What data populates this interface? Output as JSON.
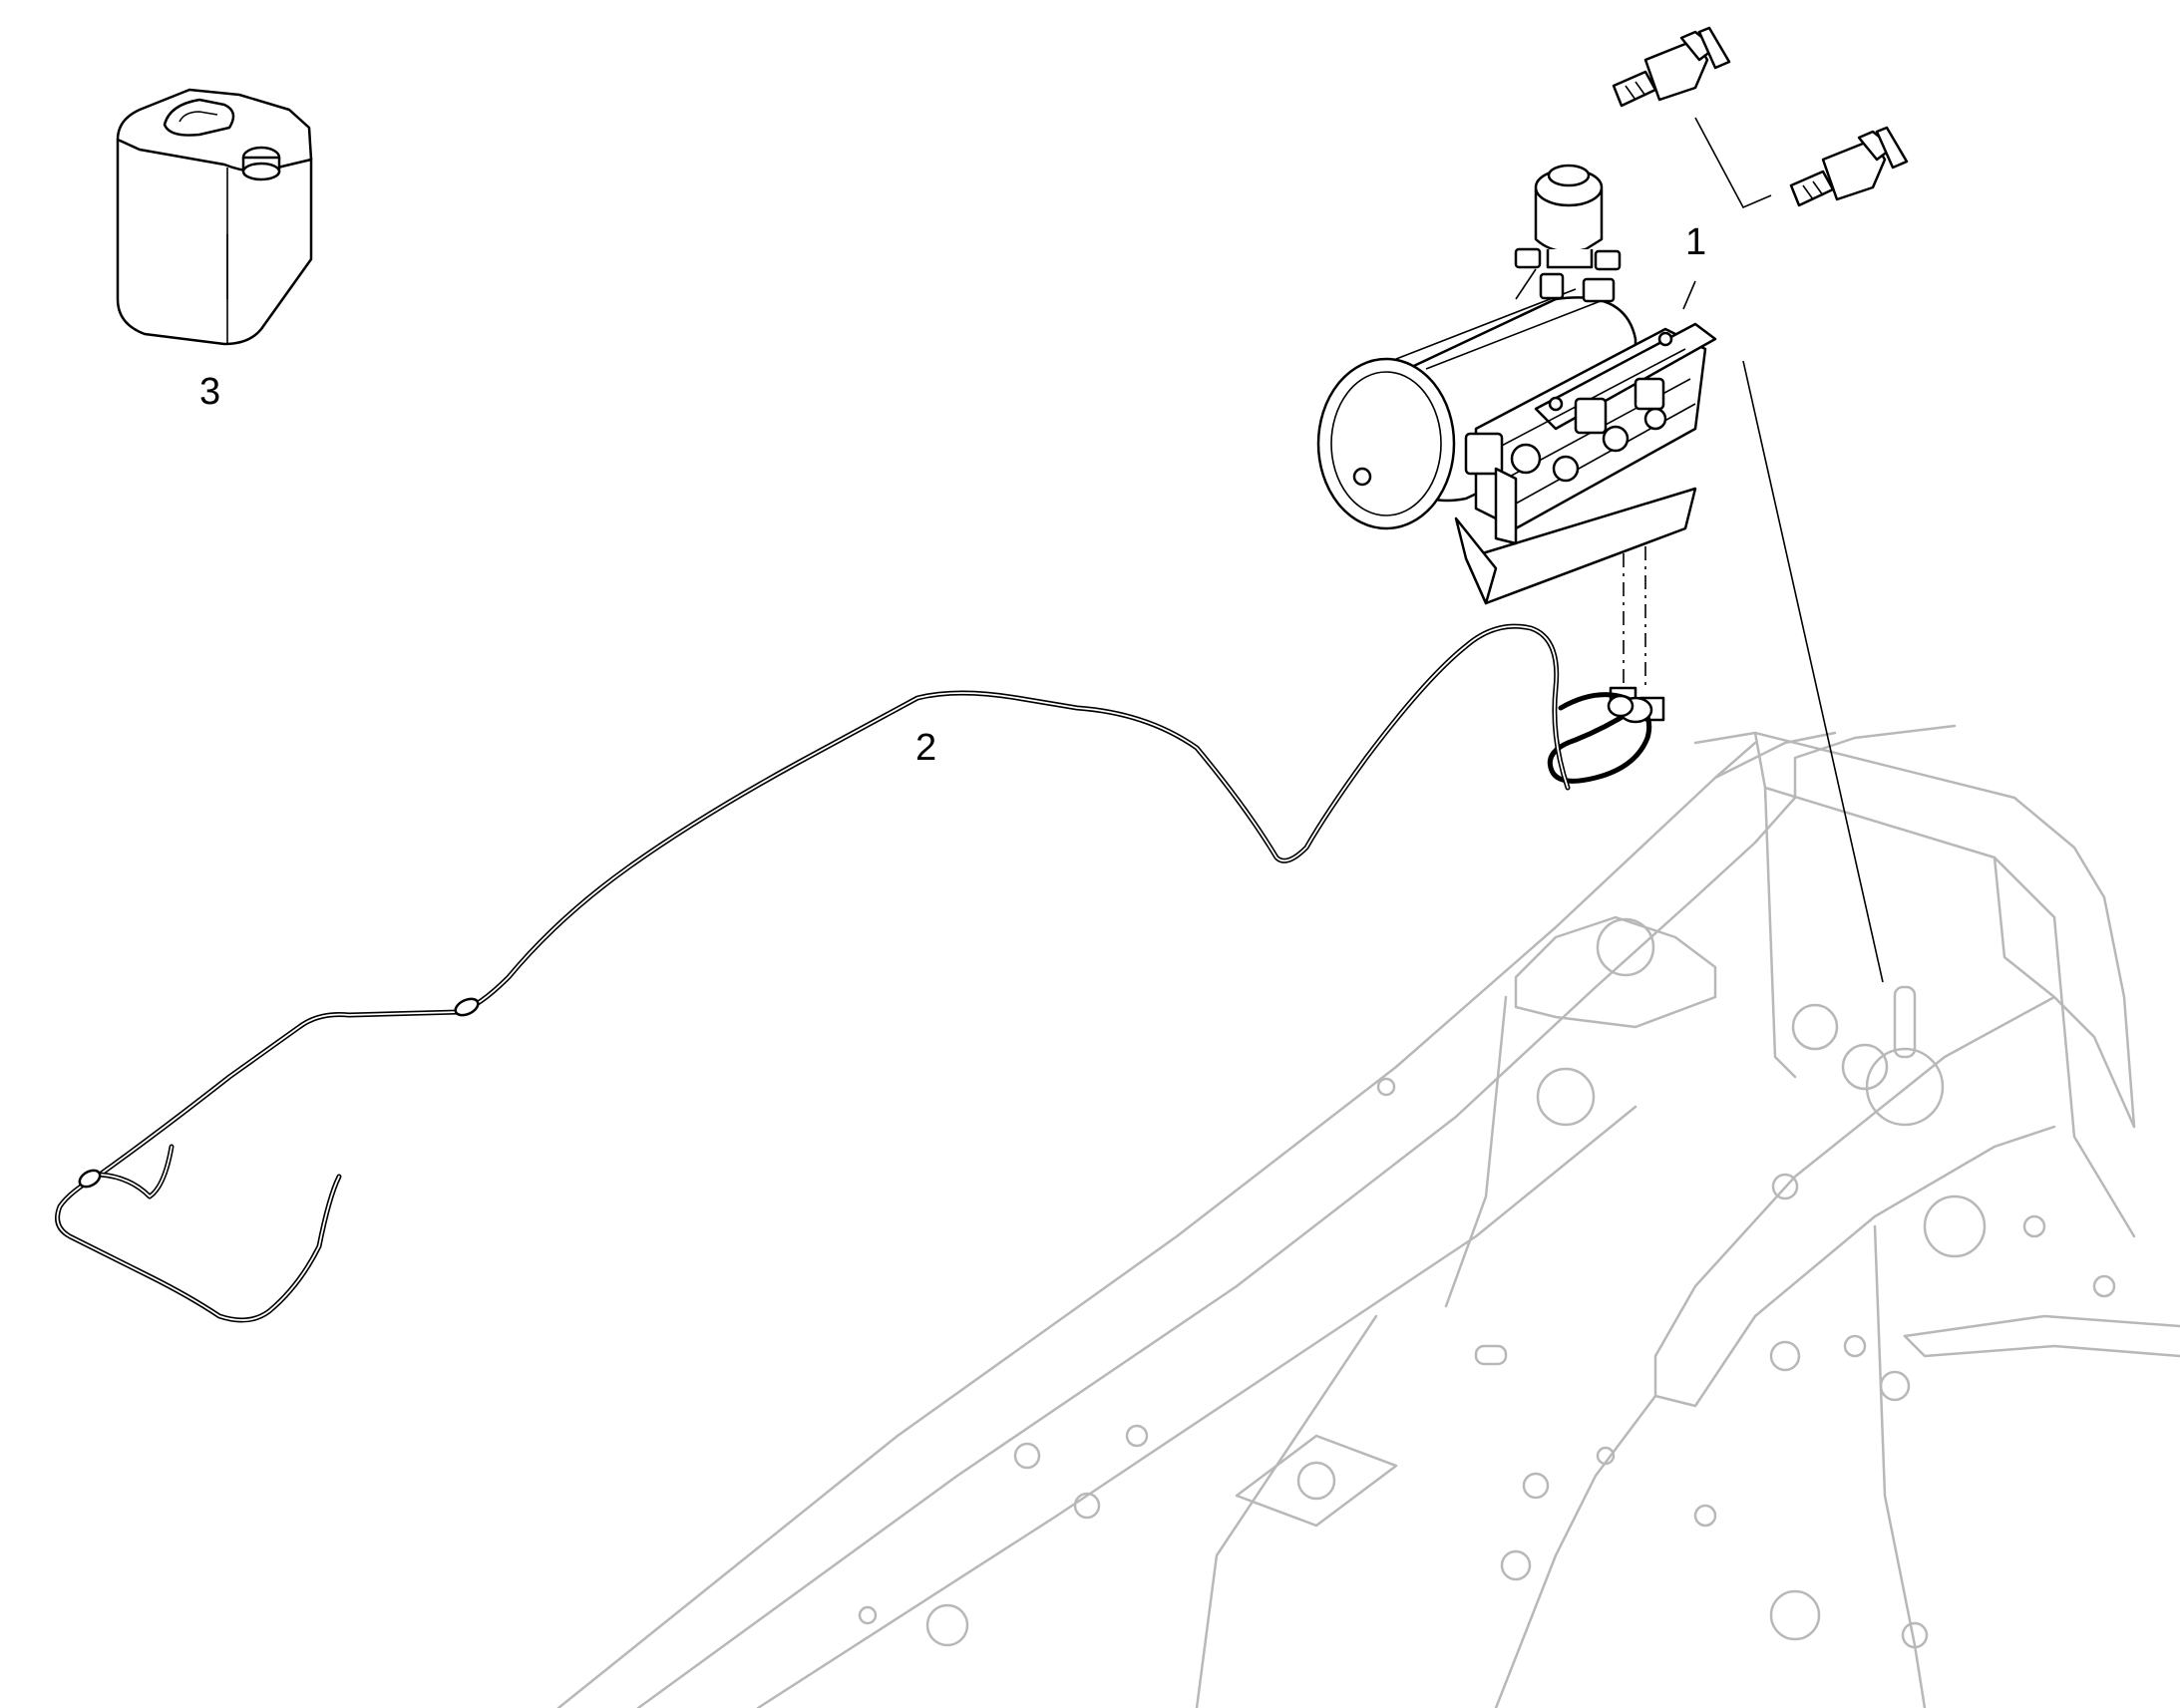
{
  "callouts": {
    "item_1": "1",
    "item_2": "2",
    "item_3": "3"
  },
  "colors": {
    "parts": "#000000",
    "frame": "#b8b8b8",
    "background": "#ffffff"
  },
  "icons": [
    "canister-icon",
    "air-tank-assembly-icon",
    "quick-coupling-icon",
    "hose-icon",
    "machine-frame-icon"
  ]
}
